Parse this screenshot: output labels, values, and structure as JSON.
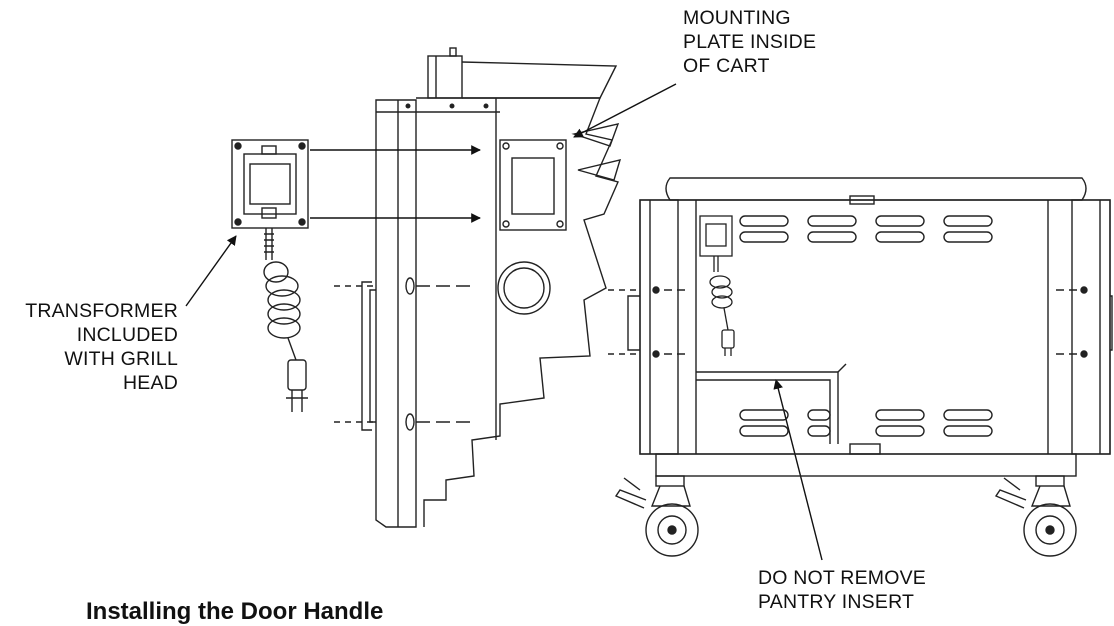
{
  "labels": {
    "mounting_plate": [
      "MOUNTING",
      "PLATE INSIDE",
      "OF CART"
    ],
    "transformer": [
      "TRANSFORMER",
      "INCLUDED",
      "WITH GRILL",
      "HEAD"
    ],
    "pantry": [
      "DO NOT REMOVE",
      "PANTRY INSERT"
    ]
  },
  "heading": "Installing the Door Handle"
}
